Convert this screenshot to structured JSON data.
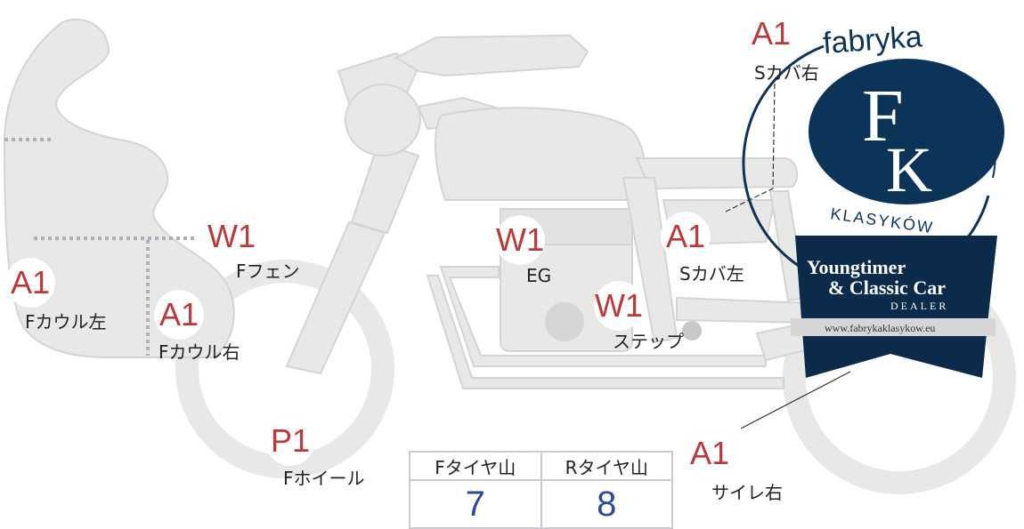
{
  "grades": [
    {
      "id": "s-cover-right",
      "code": "A1",
      "label": "Sカバ右"
    },
    {
      "id": "f-fender",
      "code": "W1",
      "label": "Fフェン"
    },
    {
      "id": "engine",
      "code": "W1",
      "label": "EG"
    },
    {
      "id": "s-cover-left",
      "code": "A1",
      "label": "Sカバ左"
    },
    {
      "id": "f-cowl-left",
      "code": "A1",
      "label": "Fカウル左"
    },
    {
      "id": "f-cowl-right",
      "code": "A1",
      "label": "Fカウル右"
    },
    {
      "id": "step",
      "code": "W1",
      "label": "ステップ"
    },
    {
      "id": "f-wheel",
      "code": "P1",
      "label": "Fホイール"
    },
    {
      "id": "silencer-right",
      "code": "A1",
      "label": "サイレ右"
    }
  ],
  "tires": {
    "front_label": "Fタイヤ山",
    "rear_label": "Rタイヤ山",
    "front_value": "7",
    "rear_value": "8"
  },
  "logo": {
    "top_text": "fabryka",
    "monogram_f": "F",
    "monogram_k": "K",
    "bottom_text": "KLASYKÓW",
    "banner_line1": "Youngtimer",
    "banner_line2": "& Classic Car",
    "banner_line3": "DEALER",
    "banner_url": "www.fabrykaklasykow.eu"
  },
  "colors": {
    "bike_fill": "#e8e8e6",
    "bike_stroke": "#bdbdbb",
    "grade_text": "#b83a3a",
    "value_text": "#2a4a9a",
    "logo_navy": "#0c3358"
  }
}
